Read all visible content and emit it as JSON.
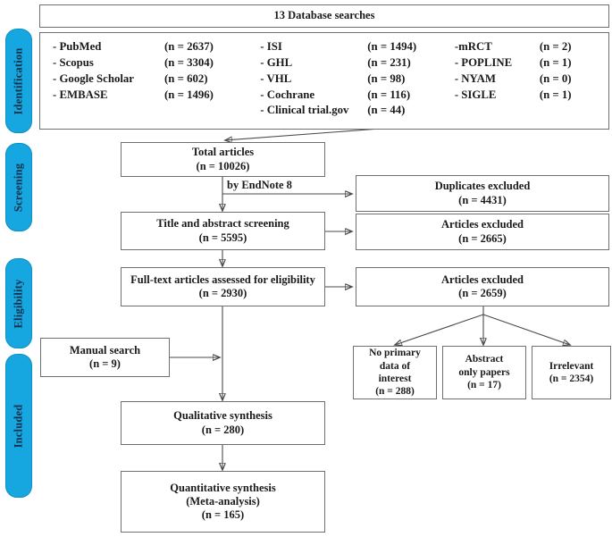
{
  "diagram": {
    "title": "13 Database searches",
    "type": "PRISMA flow diagram"
  },
  "stages": [
    {
      "label": "Identification"
    },
    {
      "label": "Screening"
    },
    {
      "label": "Eligibility"
    },
    {
      "label": "Included"
    }
  ],
  "databases": {
    "column1": [
      {
        "name": "- PubMed",
        "count": "(n = 2637)"
      },
      {
        "name": "- Scopus",
        "count": "(n = 3304)"
      },
      {
        "name": "- Google Scholar",
        "count": "(n = 602)"
      },
      {
        "name": "- EMBASE",
        "count": "(n = 1496)"
      }
    ],
    "column2": [
      {
        "name": "- ISI",
        "count": "(n = 1494)"
      },
      {
        "name": "- GHL",
        "count": "(n = 231)"
      },
      {
        "name": "- VHL",
        "count": "(n = 98)"
      },
      {
        "name": "- Cochrane",
        "count": "(n = 116)"
      },
      {
        "name": "- Clinical trial.gov",
        "count": "(n = 44)"
      }
    ],
    "column3": [
      {
        "name": "-mRCT",
        "count": "(n = 2)"
      },
      {
        "name": "- POPLINE",
        "count": "(n = 1)"
      },
      {
        "name": "- NYAM",
        "count": "(n = 0)"
      },
      {
        "name": "- SIGLE",
        "count": "(n = 1)"
      }
    ]
  },
  "flow": {
    "total_articles": {
      "line1": "Total articles",
      "line2": "(n = 10026)"
    },
    "duplicates_excluded": {
      "line1": "Duplicates excluded",
      "line2": "(n = 4431)"
    },
    "endnote_caption": "by EndNote 8",
    "title_abstract_screening": {
      "line1": "Title and abstract screening",
      "line2": "(n = 5595)"
    },
    "articles_excluded_screening": {
      "line1": "Articles excluded",
      "line2": "(n = 2665)"
    },
    "fulltext_assessed": {
      "line1": "Full-text articles assessed for eligibility",
      "line2": "(n = 2930)"
    },
    "articles_excluded_eligibility": {
      "line1": "Articles excluded",
      "line2": "(n = 2659)"
    },
    "manual_search": {
      "line1": "Manual search",
      "line2": "(n = 9)"
    },
    "qualitative_synthesis": {
      "line1": "Qualitative synthesis",
      "line2": "(n = 280)"
    },
    "quantitative_synthesis": {
      "line1": "Quantitative synthesis",
      "line2": "(Meta-analysis)",
      "line3": "(n = 165)"
    }
  },
  "exclusion_reasons": [
    {
      "line1": "No primary",
      "line2": "data of",
      "line3": "interest",
      "line4": "(n = 288)"
    },
    {
      "line1": "Abstract",
      "line2": "only papers",
      "line3": "(n = 17)",
      "line4": ""
    },
    {
      "line1": "Irrelevant",
      "line2": "(n = 2354)",
      "line3": "",
      "line4": ""
    }
  ],
  "colors": {
    "stage_bar": "#16a6e0",
    "stage_bar_border": "#0f8fc4",
    "box_border": "#6f6f6f",
    "connector": "#4a4a4a",
    "text": "#1a1a1a"
  }
}
